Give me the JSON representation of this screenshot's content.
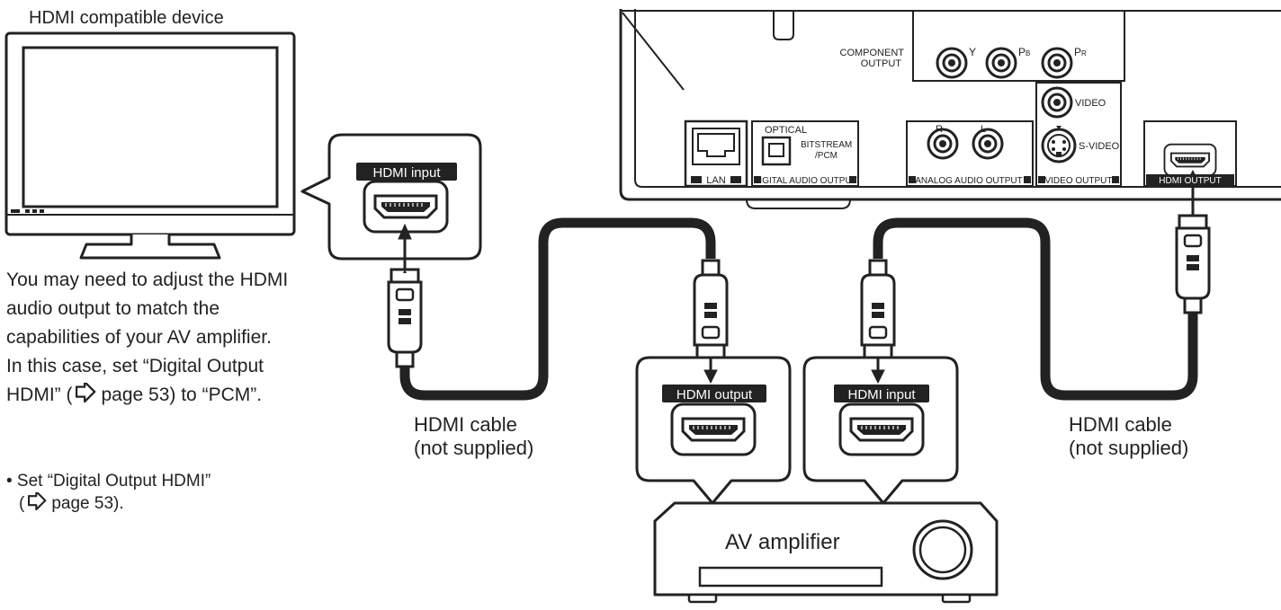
{
  "tv": {
    "caption": "HDMI compatible device"
  },
  "tv_note": {
    "line1": "You may need to adjust the HDMI",
    "line2": "audio output to match the",
    "line3": "capabilities of your AV amplifier.",
    "line4": "In this case, set “Digital Output",
    "line5a": "HDMI” (",
    "line5b": "page 53) to “PCM”."
  },
  "bullet_note": {
    "line1": "• Set “Digital Output HDMI”",
    "line2a": "(",
    "line2b": "page 53)."
  },
  "cable_left": {
    "line1": "HDMI cable",
    "line2": "(not supplied)"
  },
  "cable_right": {
    "line1": "HDMI cable",
    "line2": "(not supplied)"
  },
  "callouts": {
    "tv_input": "HDMI input",
    "amp_output": "HDMI output",
    "amp_input": "HDMI input"
  },
  "amplifier": {
    "label": "AV amplifier"
  },
  "player_panel": {
    "component_output": [
      "COMPONENT",
      "OUTPUT"
    ],
    "component_y": "Y",
    "component_pb": "P",
    "component_pb_sub": "B",
    "component_pr": "P",
    "component_pr_sub": "R",
    "lan": "LAN",
    "optical": "OPTICAL",
    "bitstream": [
      "BITSTREAM",
      "/PCM"
    ],
    "digital_audio_output": "DIGITAL AUDIO OUTPUT",
    "analog_r": "R",
    "analog_l": "L",
    "analog_audio_output": "ANALOG AUDIO OUTPUT",
    "video": "VIDEO",
    "s_video": "S-VIDEO",
    "video_output": "VIDEO OUTPUT",
    "hdmi_output": "HDMI OUTPUT"
  },
  "icons": [
    "page-reference-arrow-icon",
    "hdmi-port-icon",
    "hdmi-plug-icon",
    "rca-jack-icon",
    "lan-port-icon",
    "optical-port-icon",
    "s-video-jack-icon",
    "volume-knob-icon"
  ]
}
